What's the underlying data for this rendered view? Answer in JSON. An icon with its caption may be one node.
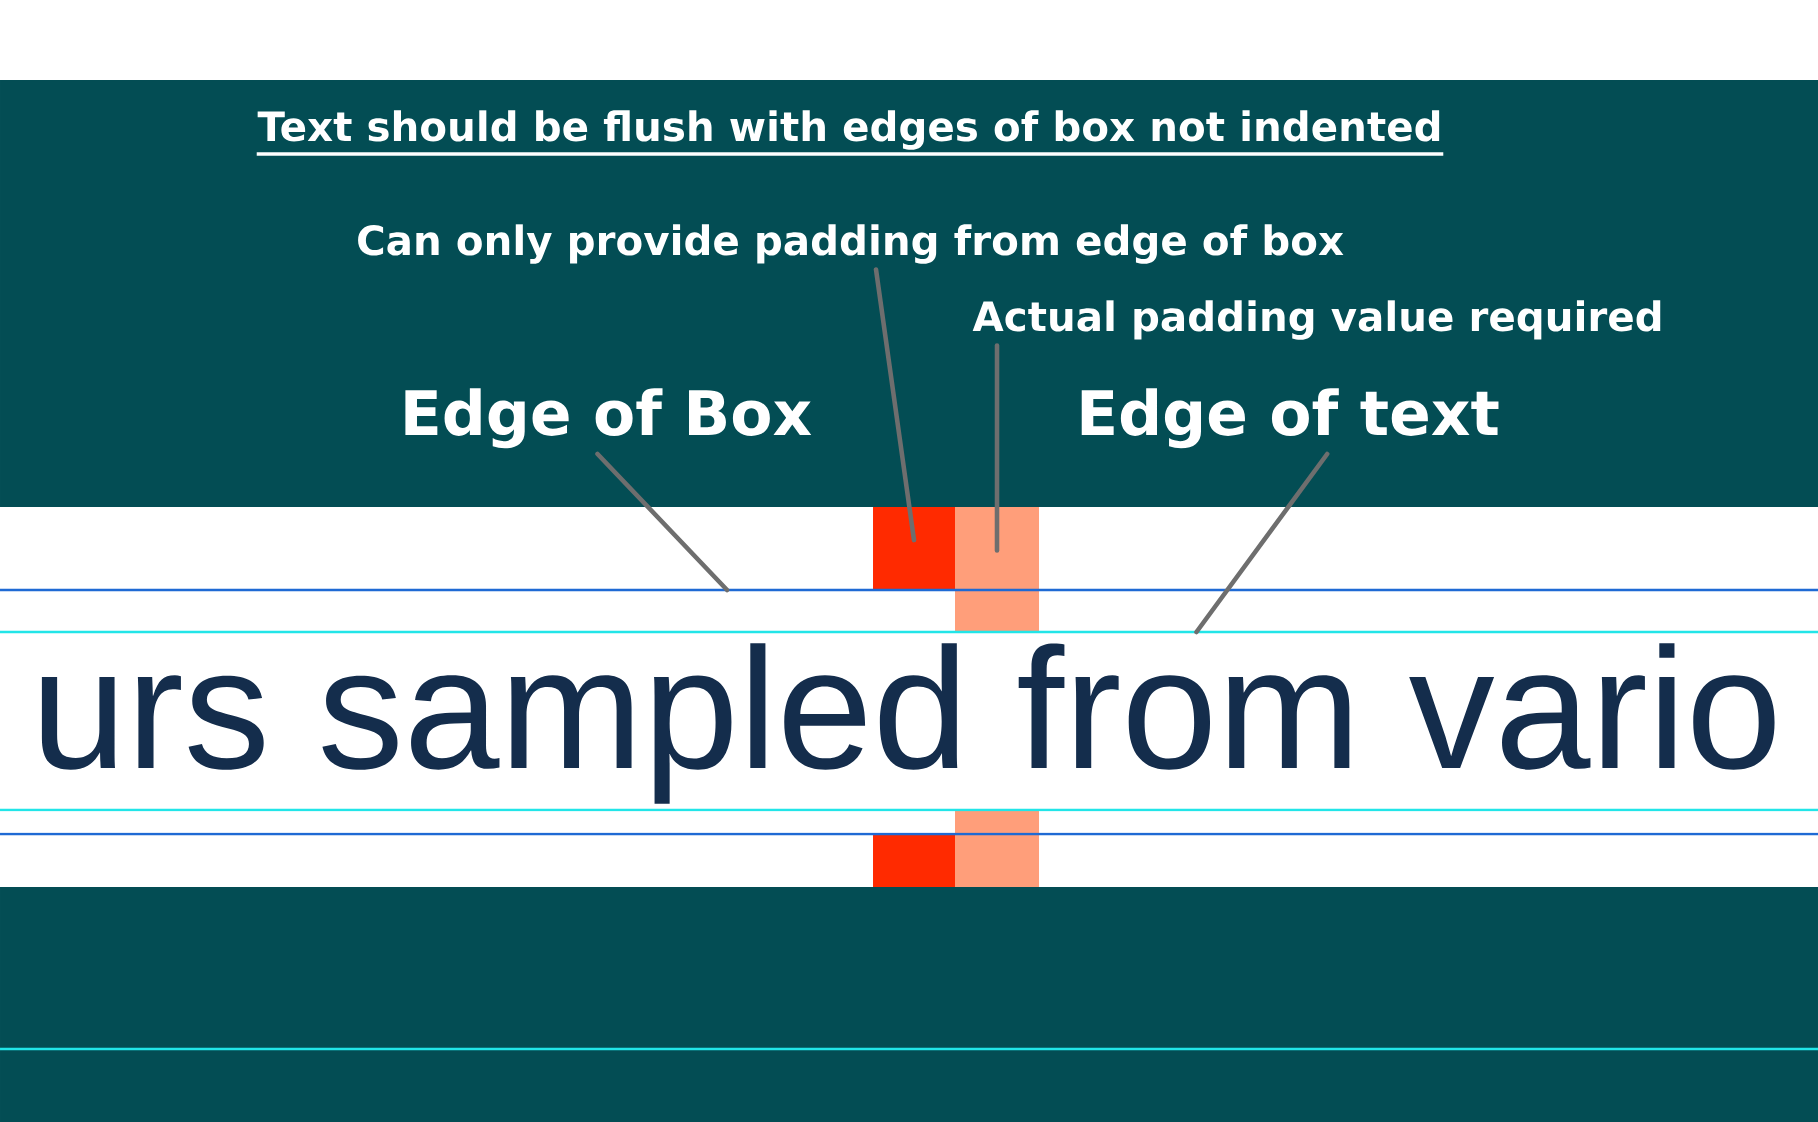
{
  "diagram": {
    "title": "Text should be flush with edges of box not indented",
    "nodes": [
      {
        "text": [
          "Can only provide padding from edge of box"
        ]
      },
      {
        "text": [
          "Actual padding value required"
        ]
      },
      {
        "text": [
          "Edge of Box"
        ]
      },
      {
        "text": [
          "Edge of text"
        ]
      },
      {
        "text": [],
        "shape": "box"
      },
      {
        "text": [],
        "shape": "box"
      },
      {
        "text": [],
        "shape": "box"
      },
      {
        "text": [],
        "shape": "box"
      },
      {
        "text": [],
        "shape": "line"
      },
      {
        "text": [],
        "shape": "line"
      }
    ],
    "edges": [
      {
        "from": 0,
        "to": 4,
        "arrow": "none"
      },
      {
        "from": 1,
        "to": 5,
        "arrow": "none"
      },
      {
        "from": 2,
        "to": 8,
        "arrow": "none"
      },
      {
        "from": 3,
        "to": 9,
        "arrow": "none"
      }
    ],
    "labels": [
      "urs sampled from vario"
    ]
  }
}
